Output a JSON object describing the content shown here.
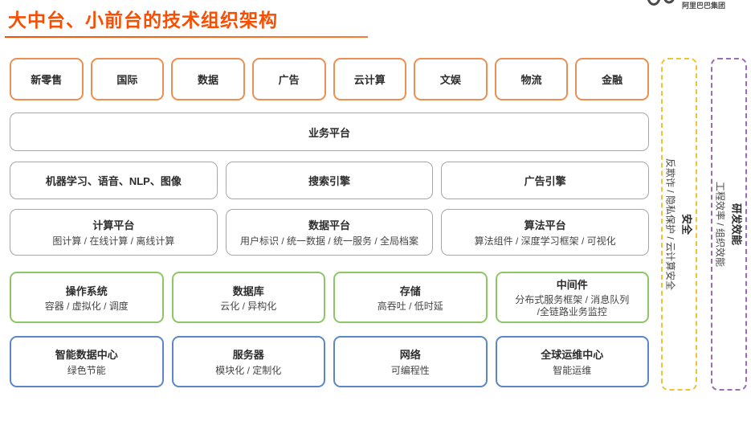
{
  "header": {
    "title": "大中台、小前台的技术组织架构",
    "logo_text": "阿里巴巴集团"
  },
  "colors": {
    "title_orange": "#f94e02",
    "front_row_border": "#eb8f52",
    "mid_border_gray": "#a6a6a6",
    "infra_border_green": "#8cc665",
    "datacenter_border_blue": "#5b87c8",
    "security_dashed_yellow": "#f1c232",
    "rd_dashed_purple": "#9b6bb5"
  },
  "front_row": {
    "items": [
      "新零售",
      "国际",
      "数据",
      "广告",
      "云计算",
      "文娱",
      "物流",
      "金融"
    ]
  },
  "business_platform": {
    "label": "业务平台"
  },
  "engine_row": {
    "items": [
      "机器学习、语音、NLP、图像",
      "搜索引擎",
      "广告引擎"
    ]
  },
  "platform_row": {
    "items": [
      {
        "title": "计算平台",
        "subtitle": "图计算 / 在线计算 / 离线计算"
      },
      {
        "title": "数据平台",
        "subtitle": "用户标识 / 统一数据 / 统一服务 / 全局档案"
      },
      {
        "title": "算法平台",
        "subtitle": "算法组件 / 深度学习框架 / 可视化"
      }
    ]
  },
  "infra_row": {
    "items": [
      {
        "title": "操作系统",
        "subtitle": "容器 / 虚拟化 / 调度"
      },
      {
        "title": "数据库",
        "subtitle": "云化 / 异构化"
      },
      {
        "title": "存储",
        "subtitle": "高吞吐 / 低时延"
      },
      {
        "title": "中间件",
        "subtitle": "分布式服务框架 / 消息队列",
        "subtitle2": "/全链路业务监控"
      }
    ]
  },
  "datacenter_row": {
    "items": [
      {
        "title": "智能数据中心",
        "subtitle": "绿色节能"
      },
      {
        "title": "服务器",
        "subtitle": "模块化 / 定制化"
      },
      {
        "title": "网络",
        "subtitle": "可编程性"
      },
      {
        "title": "全球运维中心",
        "subtitle": "智能运维"
      }
    ]
  },
  "side_columns": [
    {
      "title": "安全",
      "subtitle": "反欺诈 / 隐私保护 / 云计算安全"
    },
    {
      "title": "研发效能",
      "subtitle": "工程效率 / 组织效能"
    }
  ]
}
